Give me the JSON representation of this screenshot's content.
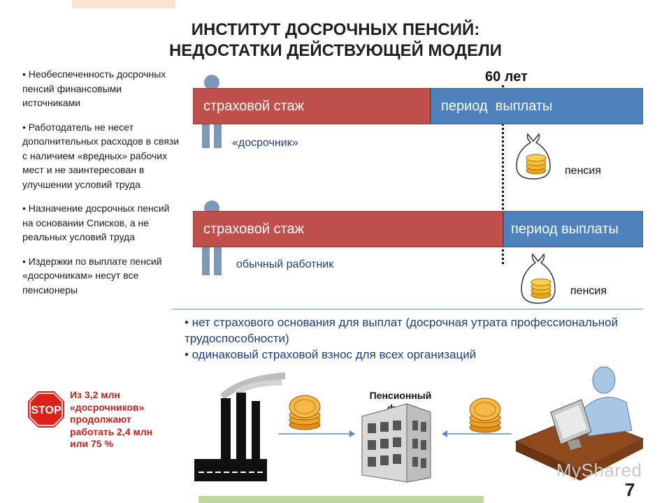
{
  "header": {
    "title_line1": "ИНСТИТУТ ДОСРОЧНЫХ ПЕНСИЙ:",
    "title_line2": "НЕДОСТАТКИ ДЕЙСТВУЮЩЕЙ МОДЕЛИ"
  },
  "left_bullets": [
    "• Необеспеченность досрочных пенсий финансовыми источниками",
    "• Работодатель не несет дополнительных расходов в связи с наличием «вредных» рабочих мест и не заинтересован в улучшении условий труда",
    "• Назначение досрочных пенсий на основании Списков, а не реальных условий труда",
    "• Издержки по выплате пенсий «досрочникам» несут все пенсионеры"
  ],
  "age_marker": "60 лет",
  "early_worker": {
    "stage1": "страховой стаж",
    "stage2": "период  выплаты",
    "caption": "«досрочник»",
    "pension": "пенсия"
  },
  "regular_worker": {
    "stage1": "страховой стаж",
    "stage2": "период выплаты",
    "caption": "обычный работник",
    "pension": "пенсия"
  },
  "notes": [
    "• нет страхового основания для выплат (досрочная утрата профессиональной трудоспособности)",
    "• одинаковый страховой взнос для всех организаций"
  ],
  "stop": {
    "sign": "STOP",
    "text": "Из 3,2 млн «досрочников» продолжают работать 2,4 млн или 75 %"
  },
  "fund_label": "Пенсионный фонд",
  "page_number": "7",
  "watermark": "MyShared",
  "colors": {
    "insurance": "#c0504d",
    "payout": "#4f81bd",
    "stop": "#d9221c",
    "text_blue": "#1f3d7a"
  }
}
